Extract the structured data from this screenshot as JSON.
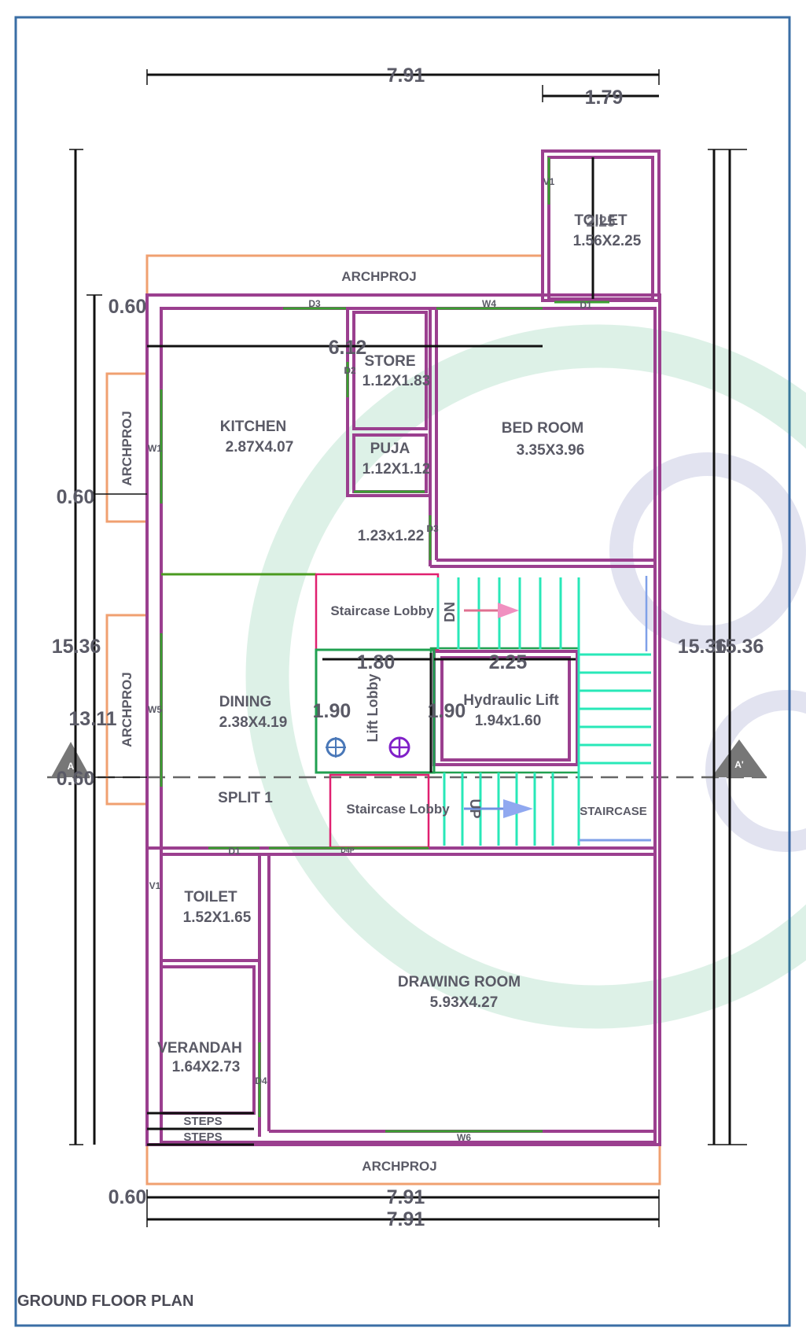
{
  "drawing": {
    "title": "GROUND FLOOR PLAN",
    "section_marks": {
      "left": "A",
      "right": "A'"
    }
  },
  "dimensions": {
    "overall_width_top": "7.91",
    "toilet_width_top": "1.79",
    "height_left_outer": "15.36",
    "height_left_inner": "13.11",
    "height_right": "15.36",
    "height_right_overlap": "15.36",
    "offset_top": "0.60",
    "offset_mid": "0.60",
    "offset_low": "0.60",
    "offset_bottom": "0.60",
    "kitchen_span": "6.12",
    "lift_lobby_width": "1.80",
    "lift_width": "2.25",
    "lift_lobby_height": "1.90",
    "lift_height": "1.90",
    "bottom_width_1": "7.91",
    "bottom_width_2": "7.91"
  },
  "rooms": {
    "toilet_top": {
      "name": "TOILET",
      "alt": "2.25",
      "size": "1.56X2.25"
    },
    "store": {
      "name": "STORE",
      "size": "1.12X1.83"
    },
    "puja": {
      "name": "PUJA",
      "size": "1.12X1.12"
    },
    "passage": {
      "size": "1.23x1.22"
    },
    "kitchen": {
      "name": "KITCHEN",
      "size": "2.87X4.07"
    },
    "bedroom": {
      "name": "BED ROOM",
      "size": "3.35X3.96"
    },
    "staircase_lobby_top": {
      "name": "Staircase Lobby"
    },
    "staircase_lobby_bottom": {
      "name": "Staircase Lobby"
    },
    "dining": {
      "name": "DINING",
      "size": "2.38X4.19"
    },
    "lift_lobby": {
      "name": "Lift Lobby"
    },
    "hydraulic_lift": {
      "name": "Hydraulic Lift",
      "size": "1.94x1.60"
    },
    "split": {
      "name": "SPLIT 1"
    },
    "staircase": {
      "name": "STAIRCASE",
      "dn": "DN",
      "up": "UP"
    },
    "toilet_bottom": {
      "name": "TOILET",
      "size": "1.52X1.65"
    },
    "verandah": {
      "name": "VERANDAH",
      "size": "1.64X2.73"
    },
    "drawing_room": {
      "name": "DRAWING ROOM",
      "size": "5.93X4.27"
    },
    "steps_1": {
      "name": "STEPS"
    },
    "steps_2": {
      "name": "STEPS"
    }
  },
  "projections": {
    "top": "ARCHPROJ",
    "bottom": "ARCHPROJ",
    "left_upper": "ARCHPROJ",
    "left_lower": "ARCHPROJ"
  },
  "openings": {
    "d3_top": "D3",
    "d2": "D2",
    "w4": "W4",
    "v1_top": "V1",
    "d1_top": "D1",
    "w1": "W1",
    "d3_side": "D3",
    "w5_left": "W5",
    "d1_mid": "D1",
    "d4p": "D4P",
    "v1_left": "V1",
    "d4": "D4",
    "w6": "W6"
  }
}
